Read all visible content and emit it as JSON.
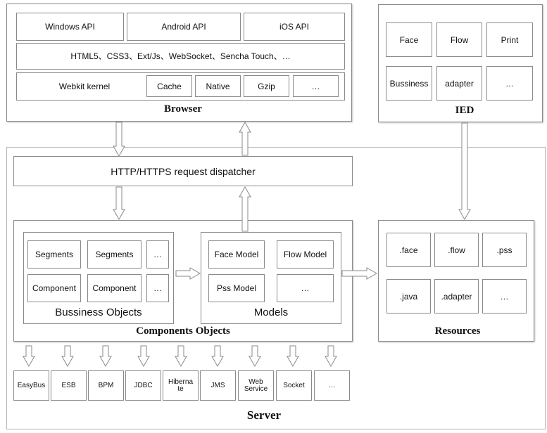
{
  "browser": {
    "title": "Browser",
    "apis": [
      "Windows API",
      "Android API",
      "iOS API"
    ],
    "tech_row": "HTML5、CSS3、Ext/Js、WebSocket、Sencha Touch、…",
    "kernel_label": "Webkit  kernel",
    "kernel_items": [
      "Cache",
      "Native",
      "Gzip",
      "…"
    ]
  },
  "ied": {
    "title": "IED",
    "items": [
      "Face",
      "Flow",
      "Print",
      "Bussiness",
      "adapter",
      "…"
    ]
  },
  "server": {
    "title": "Server",
    "dispatcher": "HTTP/HTTPS request dispatcher",
    "components_title": "Components Objects",
    "business": {
      "title": "Bussiness Objects",
      "items": [
        "Segments",
        "Segments",
        "…",
        "Component",
        "Component",
        "…"
      ]
    },
    "models": {
      "title": "Models",
      "items": [
        "Face  Model",
        "Flow Model",
        "Pss Model",
        "…"
      ]
    },
    "resources": {
      "title": "Resources",
      "items": [
        ".face",
        ".flow",
        ".pss",
        ".java",
        ".adapter",
        "…"
      ]
    },
    "bottom": [
      "EasyBus",
      "ESB",
      "BPM",
      "JDBC",
      "Hiberna\nte",
      "JMS",
      "Web\nService",
      "Socket",
      "…"
    ]
  }
}
